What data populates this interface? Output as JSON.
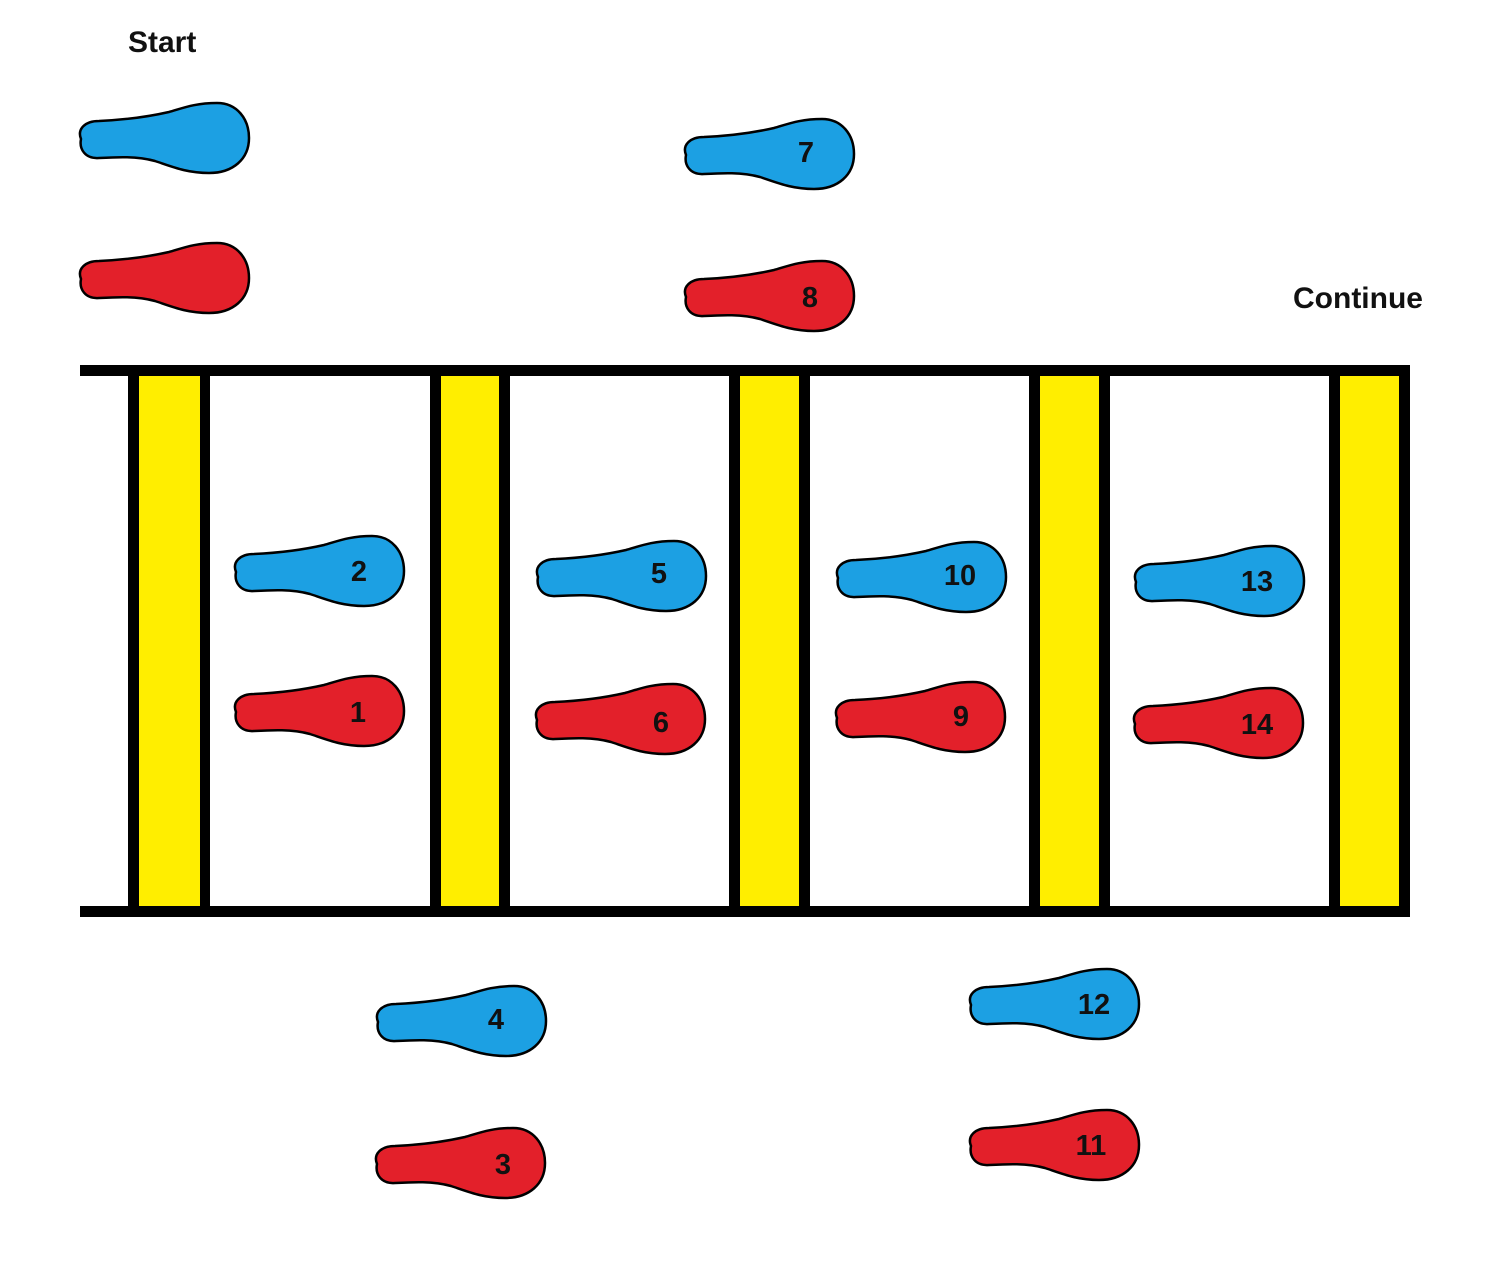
{
  "labels": {
    "start": "Start",
    "continue": "Continue"
  },
  "colors": {
    "left_foot": "#e3202a",
    "right_foot": "#1ca0e3",
    "rung": "#ffee00",
    "outline": "#000000",
    "background": "#ffffff"
  },
  "footprints": [
    {
      "foot": "right",
      "label": ""
    },
    {
      "foot": "left",
      "label": ""
    },
    {
      "foot": "right",
      "label": "7"
    },
    {
      "foot": "left",
      "label": "8"
    },
    {
      "foot": "right",
      "label": "2"
    },
    {
      "foot": "left",
      "label": "1"
    },
    {
      "foot": "right",
      "label": "5"
    },
    {
      "foot": "left",
      "label": "6"
    },
    {
      "foot": "right",
      "label": "10"
    },
    {
      "foot": "left",
      "label": "9"
    },
    {
      "foot": "right",
      "label": "13"
    },
    {
      "foot": "left",
      "label": "14"
    },
    {
      "foot": "right",
      "label": "4"
    },
    {
      "foot": "left",
      "label": "3"
    },
    {
      "foot": "right",
      "label": "12"
    },
    {
      "foot": "left",
      "label": "11"
    }
  ]
}
